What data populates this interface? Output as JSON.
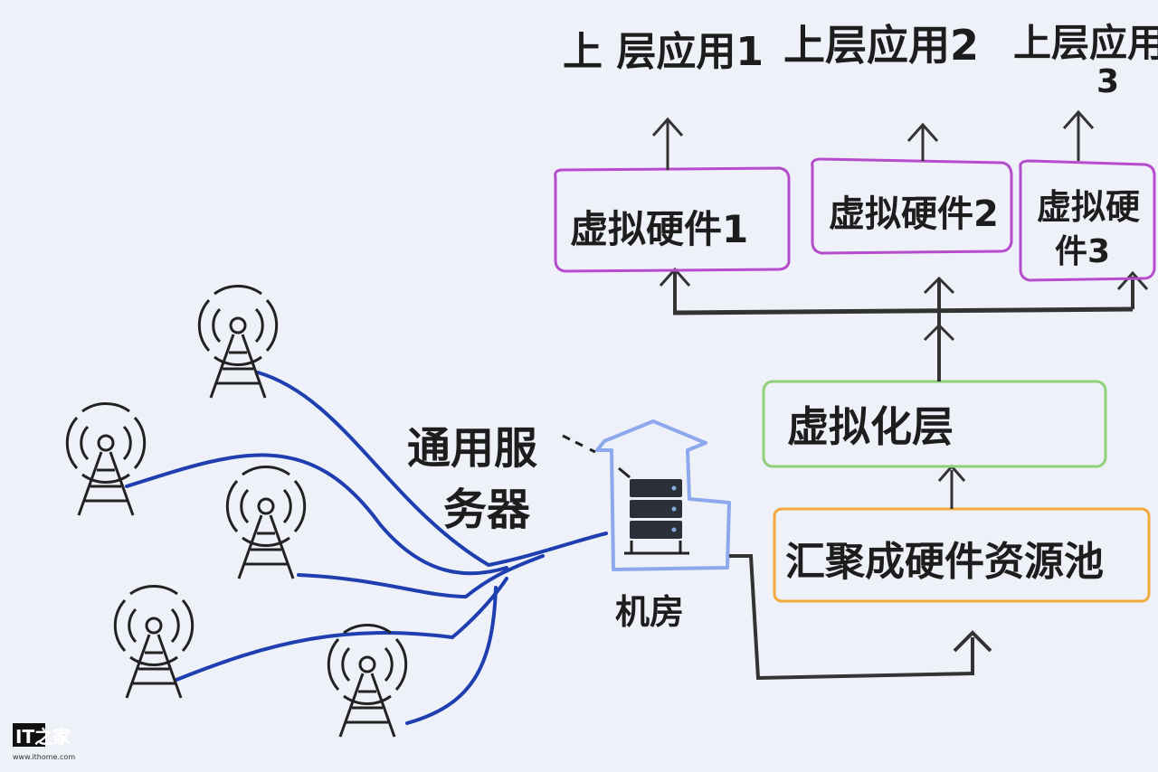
{
  "diagram": {
    "apps": [
      {
        "label": "上 层应用1"
      },
      {
        "label": "上层应用2"
      },
      {
        "label": "上层应用",
        "label2": "3"
      }
    ],
    "virtual_hw": [
      {
        "label": "虚拟硬件1"
      },
      {
        "label": "虚拟硬件2"
      },
      {
        "label": "虚拟硬",
        "label2": "件3"
      }
    ],
    "virtualization_layer": "虚拟化层",
    "resource_pool": "汇聚成硬件资源池",
    "server_label_line1": "通用服",
    "server_label_line2": "务器",
    "room_label": "机房",
    "colors": {
      "virtual_box": "#b44ccc",
      "virt_layer_box": "#8fd07a",
      "pool_box": "#f2a83a",
      "fiber": "#1f3fb0",
      "house": "#8ea8ee",
      "ink": "#222222"
    }
  },
  "watermark": {
    "brand": "IT之家",
    "url": "www.ithome.com"
  }
}
